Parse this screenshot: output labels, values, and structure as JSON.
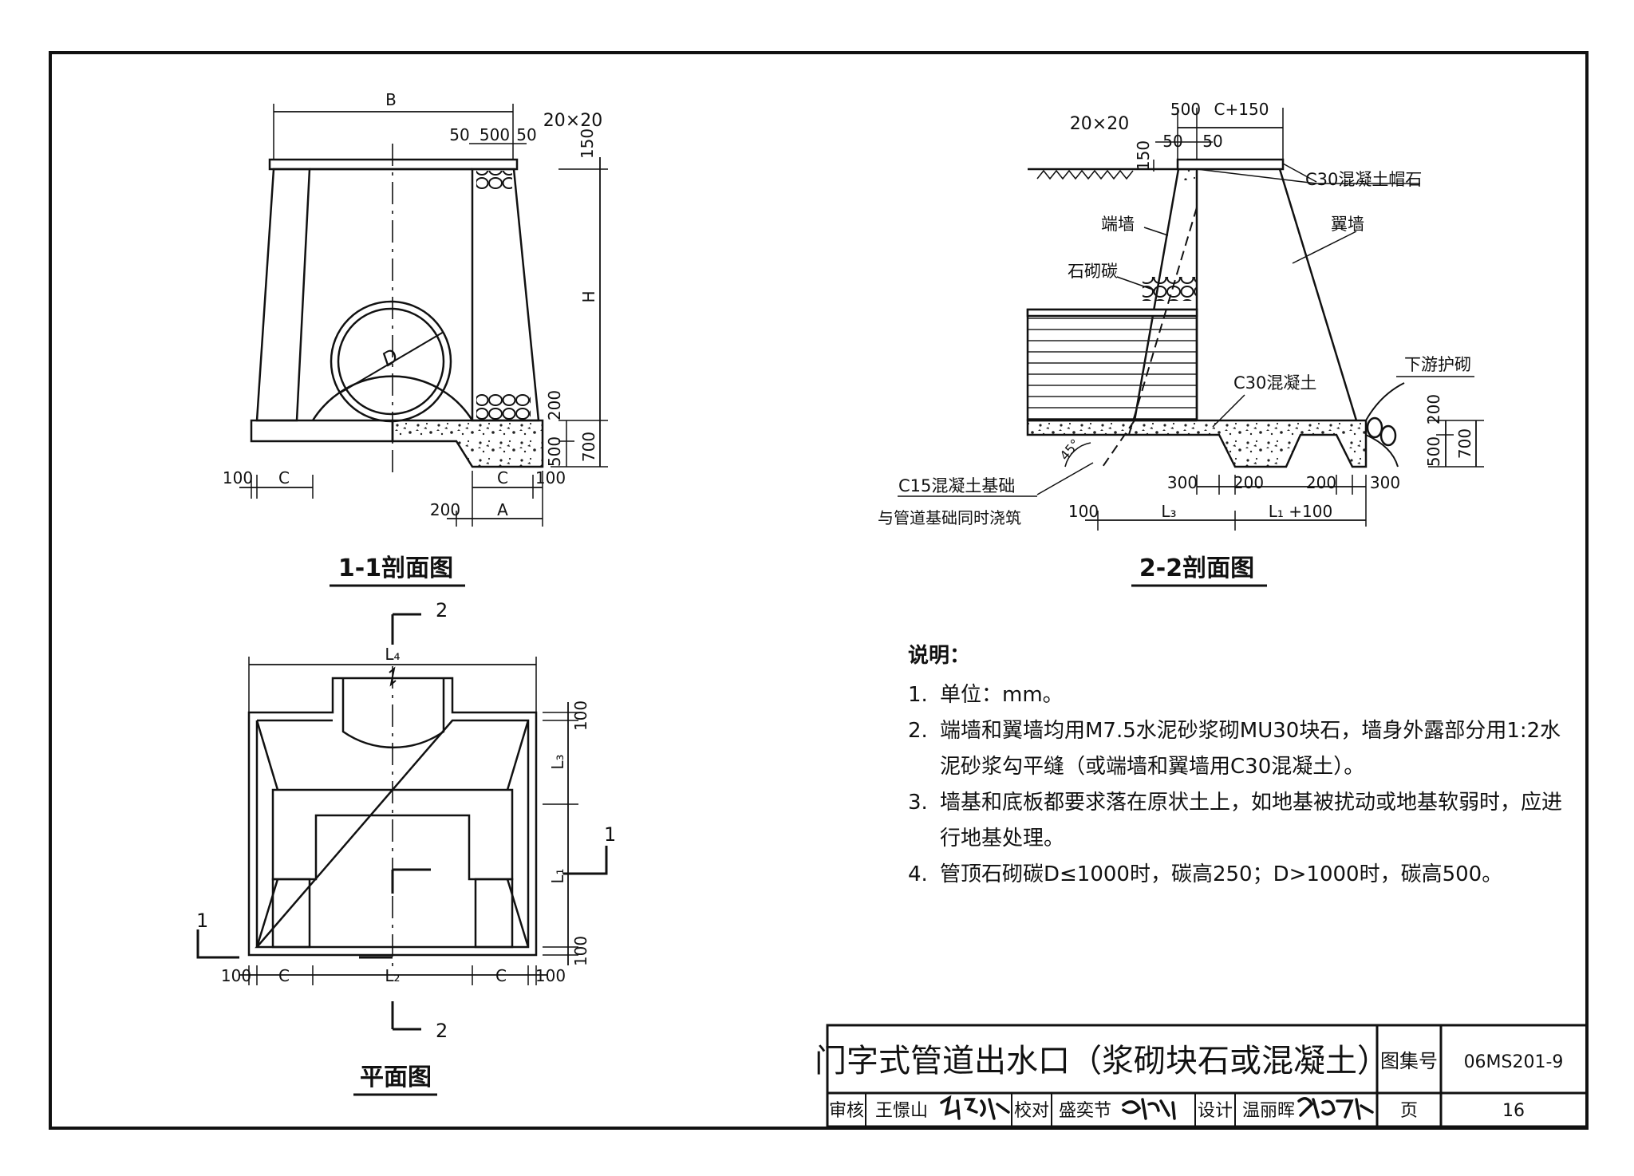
{
  "section11": {
    "title": "1-1剖面图",
    "dim_B": "B",
    "dim_50a": "50",
    "dim_500": "500",
    "dim_50b": "50",
    "dim_20x20": "20×20",
    "dim_150": "150",
    "dim_H": "H",
    "dim_D": "D",
    "dim_200v": "200",
    "dim_500v": "500",
    "dim_700v": "700",
    "dim_100l": "100",
    "dim_Cl": "C",
    "dim_Cr": "C",
    "dim_100r": "100",
    "dim_200b": "200",
    "dim_A": "A"
  },
  "section22": {
    "title": "2-2剖面图",
    "dim_500": "500",
    "dim_C150": "C+150",
    "dim_20x20": "20×20",
    "dim_50a": "50",
    "dim_50b": "50",
    "dim_150": "150",
    "label_cap": "C30混凝土帽石",
    "label_endwall": "端墙",
    "label_wingwall": "翼墙",
    "label_stone": "石砌碳",
    "label_c30": "C30混凝土",
    "label_downstream": "下游护砌",
    "label_c15": "C15混凝土基础",
    "label_c15b": "与管道基础同时浇筑",
    "dim_45": "45°",
    "dim_300a": "300",
    "dim_200a": "200",
    "dim_200b": "200",
    "dim_300b": "300",
    "dim_100": "100",
    "dim_L3": "L₃",
    "dim_L1100": "L₁ +100",
    "dim_200v": "200",
    "dim_500v": "500",
    "dim_700v": "700"
  },
  "plan": {
    "title": "平面图",
    "dim_L4": "L₄",
    "dim_100t": "100",
    "dim_L3": "L₃",
    "dim_L1": "L₁",
    "dim_100b": "100",
    "dim_100l": "100",
    "dim_Cl": "C",
    "dim_L2": "L₂",
    "dim_Cr": "C",
    "dim_100r": "100",
    "cut_2_top": "2",
    "cut_2_bot": "2",
    "cut_1_left": "1",
    "cut_1_right": "1"
  },
  "notes": {
    "heading": "说明：",
    "items": [
      {
        "n": "1.",
        "text": "单位：mm。"
      },
      {
        "n": "2.",
        "text": "端墙和翼墙均用M7.5水泥砂浆砌MU30块石，墙身外露部分用1:2水泥砂浆勾平缝（或端墙和翼墙用C30混凝土）。"
      },
      {
        "n": "3.",
        "text": "墙基和底板都要求落在原状土上，如地基被扰动或地基软弱时，应进行地基处理。"
      },
      {
        "n": "4.",
        "text": "管顶石砌碳D≤1000时，碳高250；D>1000时，碳高500。"
      }
    ]
  },
  "titleblock": {
    "title": "门字式管道出水口（浆砌块石或混凝土）",
    "atlas_label": "图集号",
    "atlas_no": "06MS201-9",
    "review_label": "审核",
    "review_name": "王憬山",
    "check_label": "校对",
    "check_name": "盛奕节",
    "design_label": "设计",
    "design_name": "温丽晖",
    "page_label": "页",
    "page_no": "16"
  }
}
